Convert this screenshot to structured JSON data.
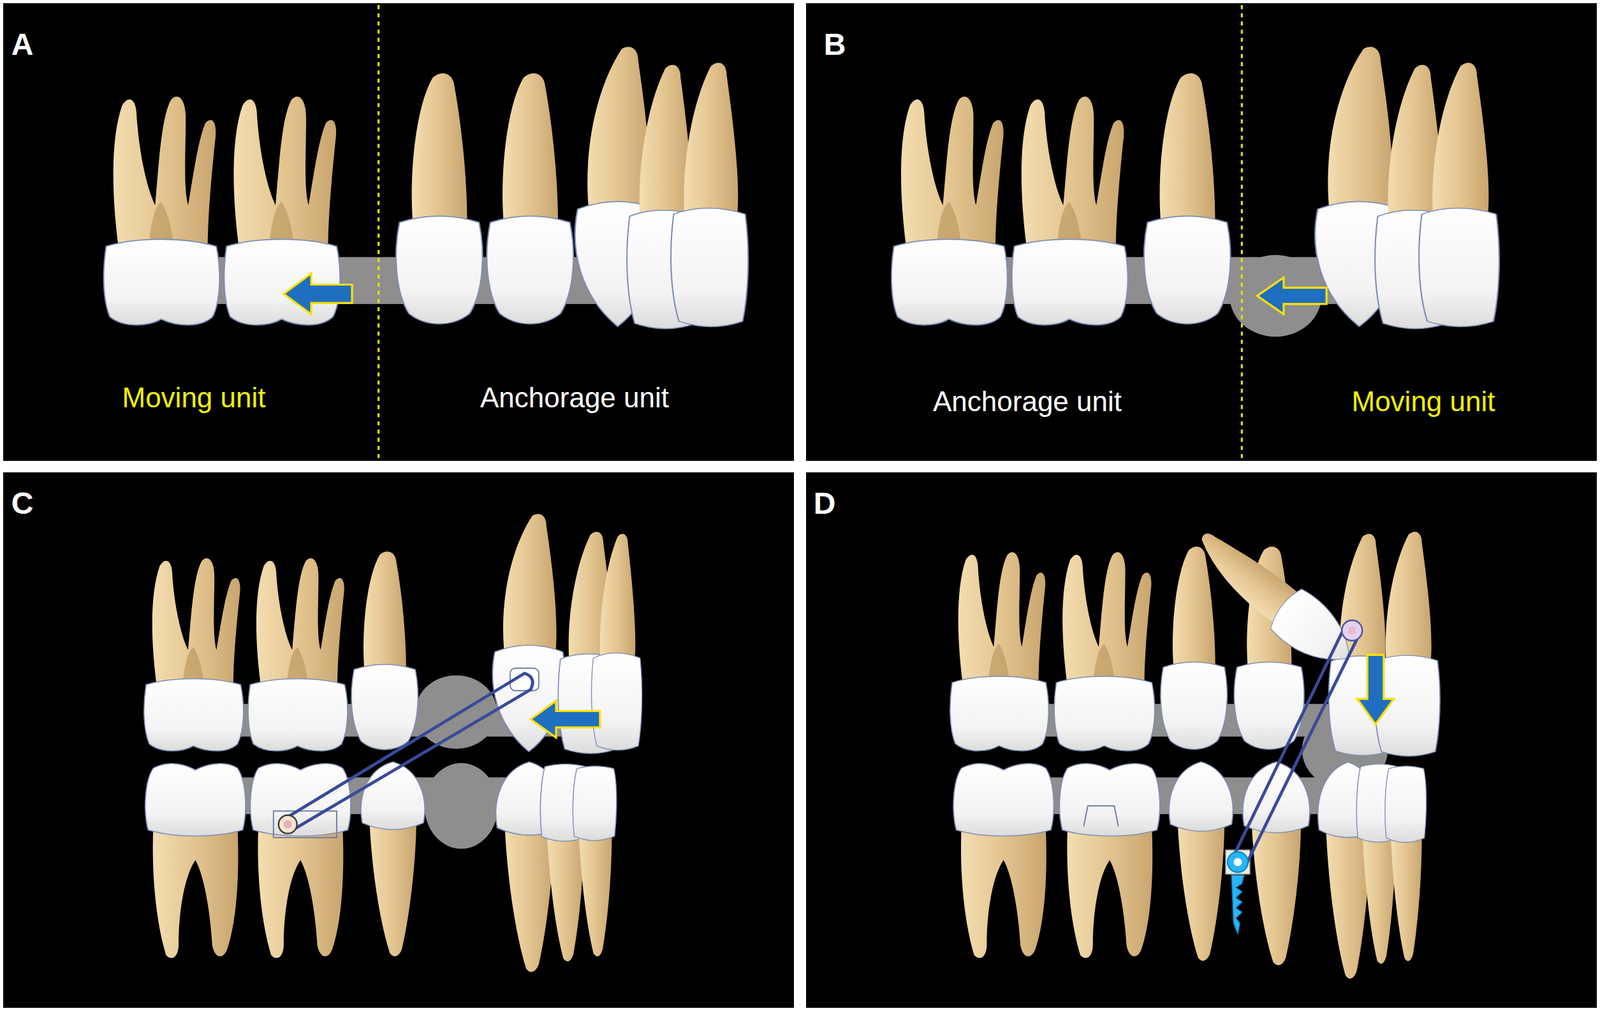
{
  "diagram": {
    "nodes": [
      {
        "text": [
          "A",
          "Moving unit",
          "Anchorage unit"
        ]
      },
      {
        "text": [
          "B",
          "Anchorage unit",
          "Moving unit"
        ]
      },
      {
        "text": [
          "C"
        ]
      },
      {
        "text": [
          "D"
        ]
      }
    ]
  }
}
